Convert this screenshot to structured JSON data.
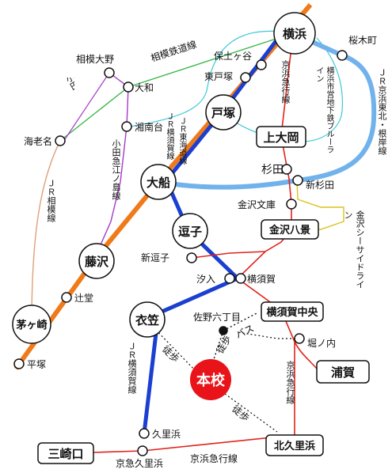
{
  "stations": {
    "yokohama": "横浜",
    "sakuragicho": "桜木町",
    "hodogaya": "保土ヶ谷",
    "higashi_totsuka": "東戸塚",
    "totsuka": "戸塚",
    "kamiooka": "上大岡",
    "sugita": "杉田",
    "shin_sugita": "新杉田",
    "ofuna": "大船",
    "kanazawa_bunko": "金沢文庫",
    "kanazawa_hakkei": "金沢八景",
    "zushi": "逗子",
    "shin_zushi": "新逗子",
    "shioiri": "汐入",
    "yokosuka": "横須賀",
    "yokosuka_chuo": "横須賀中央",
    "horinouchi": "堀ノ内",
    "uraga": "浦賀",
    "kinugasa": "衣笠",
    "sanonokuchome": "佐野六丁目",
    "kurihama": "久里浜",
    "keikyu_kurihama": "京急久里浜",
    "kita_kurihama": "北久里浜",
    "misakiguchi": "三崎口",
    "sagami_ono": "相模大野",
    "yamato": "大和",
    "shonandai": "湘南台",
    "ebina": "海老名",
    "fujisawa": "藤沢",
    "tsujido": "辻堂",
    "chigasaki": "茅ヶ崎",
    "hiratsuka": "平塚"
  },
  "lines": {
    "sotetsu": "相模鉄道線",
    "odakyu": "小田急線",
    "odakyu_enoshima": "小田急江ノ島線",
    "jr_sagami": "ＪＲ相模線",
    "keikyu_main": "京浜急行線",
    "blue_line": "横浜市営地下鉄ブルーライン",
    "jr_keihin_tohoku": "ＪＲ京浜東北・根岸線",
    "jr_yokosuka_a": "ＪＲ横須賀線",
    "jr_tokaido": "ＪＲ東海道線",
    "seaside": "金沢シーサイドライン",
    "jr_yokosuka_b": "ＪＲ横須賀線",
    "keikyu_b": "京浜急行線",
    "keikyu_c": "京浜急行線"
  },
  "labels": {
    "school": "本校",
    "bus": "バス",
    "walk_a": "徒歩",
    "walk_b": "徒歩",
    "walk_c": "徒歩"
  },
  "colors": {
    "jr_tokaido": "#f07a1a",
    "jr_yokosuka": "#1a3fd1",
    "keikyu": "#e0231c",
    "blue_line": "#72b2ec",
    "sotetsu": "#3cb84a",
    "odakyu": "#a43bc9",
    "jr_sagami": "#e0a07a",
    "seaside": "#dcc21c",
    "subway_cyan": "#3cc8d8",
    "school": "#e8141a"
  }
}
